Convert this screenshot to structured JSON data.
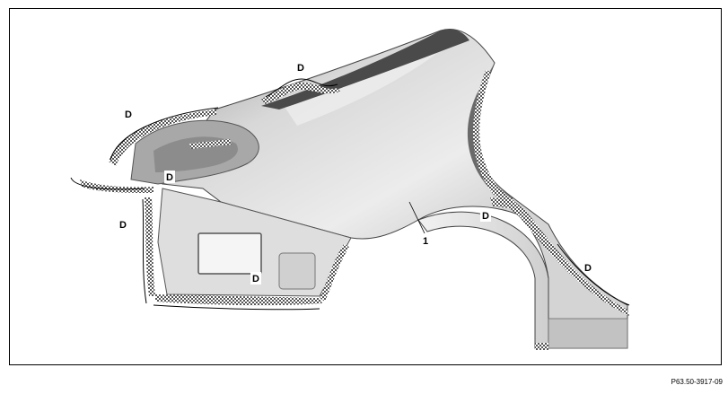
{
  "callouts": {
    "d_roof": "D",
    "d_upper_left": "D",
    "d_lamp": "D",
    "d_left_side": "D",
    "d_lower": "D",
    "d_wheelarch": "D",
    "d_rocker": "D"
  },
  "part_number": "1",
  "reference_code": "P63.50-3917-09",
  "colors": {
    "panel_light": "#e6e6e6",
    "panel_mid": "#b9b9b9",
    "panel_dark": "#5a5a5a",
    "sealant_hatch": "#6e6e6e",
    "line": "#000000"
  }
}
